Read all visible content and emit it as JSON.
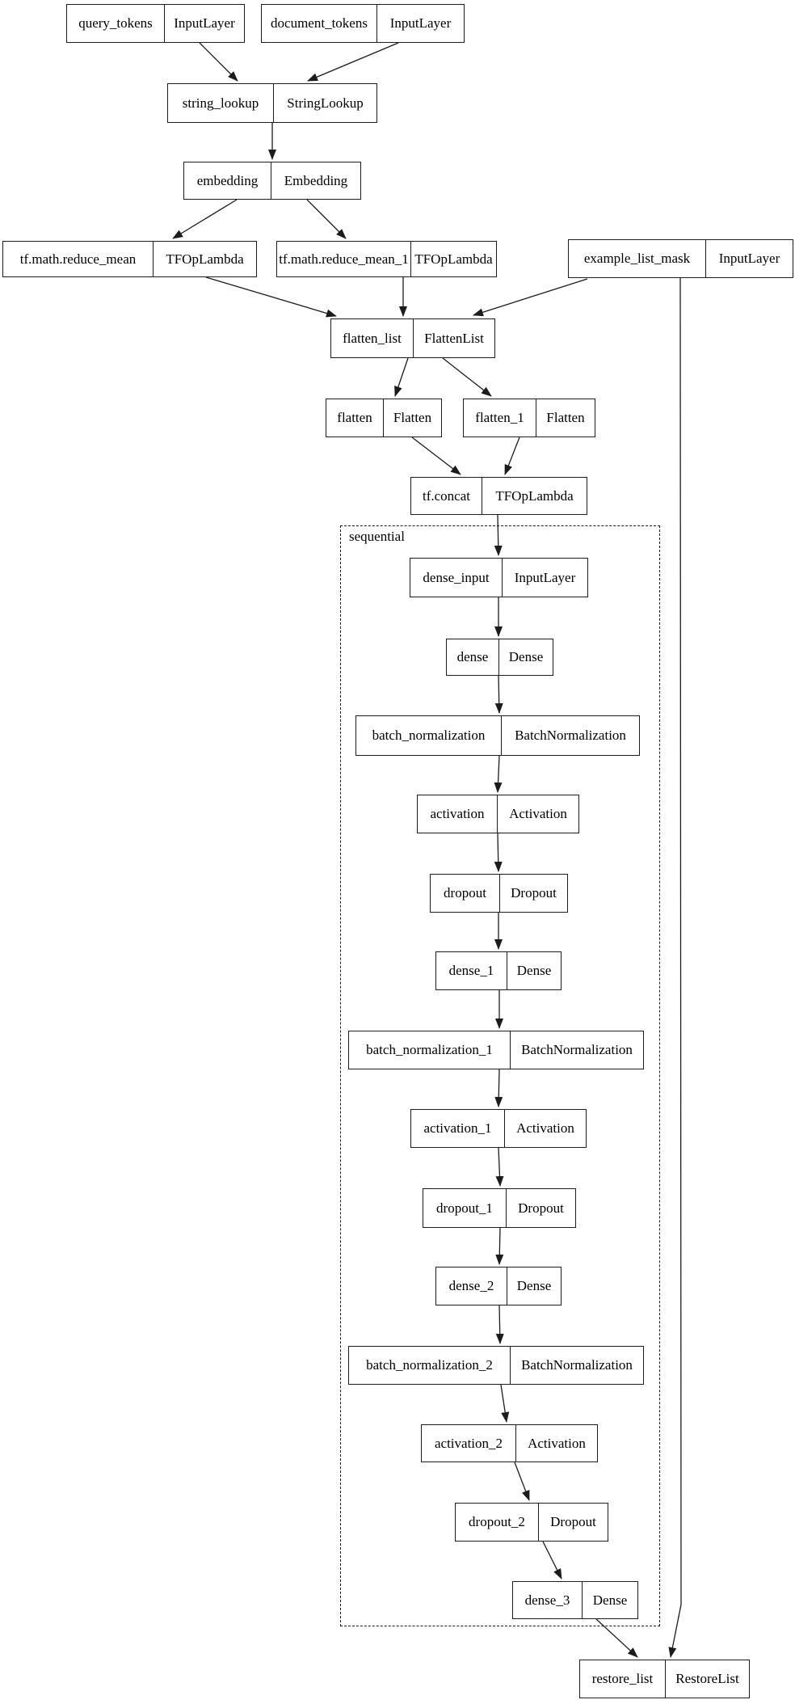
{
  "diagram": {
    "cluster_label": "sequential",
    "nodes": {
      "query_tokens": {
        "name": "query_tokens",
        "type": "InputLayer"
      },
      "document_tokens": {
        "name": "document_tokens",
        "type": "InputLayer"
      },
      "string_lookup": {
        "name": "string_lookup",
        "type": "StringLookup"
      },
      "embedding": {
        "name": "embedding",
        "type": "Embedding"
      },
      "tf_math_reduce_mean": {
        "name": "tf.math.reduce_mean",
        "type": "TFOpLambda"
      },
      "tf_math_reduce_mean_1": {
        "name": "tf.math.reduce_mean_1",
        "type": "TFOpLambda"
      },
      "example_list_mask": {
        "name": "example_list_mask",
        "type": "InputLayer"
      },
      "flatten_list": {
        "name": "flatten_list",
        "type": "FlattenList"
      },
      "flatten": {
        "name": "flatten",
        "type": "Flatten"
      },
      "flatten_1": {
        "name": "flatten_1",
        "type": "Flatten"
      },
      "tf_concat": {
        "name": "tf.concat",
        "type": "TFOpLambda"
      },
      "dense_input": {
        "name": "dense_input",
        "type": "InputLayer"
      },
      "dense": {
        "name": "dense",
        "type": "Dense"
      },
      "batch_normalization": {
        "name": "batch_normalization",
        "type": "BatchNormalization"
      },
      "activation": {
        "name": "activation",
        "type": "Activation"
      },
      "dropout": {
        "name": "dropout",
        "type": "Dropout"
      },
      "dense_1": {
        "name": "dense_1",
        "type": "Dense"
      },
      "batch_normalization_1": {
        "name": "batch_normalization_1",
        "type": "BatchNormalization"
      },
      "activation_1": {
        "name": "activation_1",
        "type": "Activation"
      },
      "dropout_1": {
        "name": "dropout_1",
        "type": "Dropout"
      },
      "dense_2": {
        "name": "dense_2",
        "type": "Dense"
      },
      "batch_normalization_2": {
        "name": "batch_normalization_2",
        "type": "BatchNormalization"
      },
      "activation_2": {
        "name": "activation_2",
        "type": "Activation"
      },
      "dropout_2": {
        "name": "dropout_2",
        "type": "Dropout"
      },
      "dense_3": {
        "name": "dense_3",
        "type": "Dense"
      },
      "restore_list": {
        "name": "restore_list",
        "type": "RestoreList"
      }
    },
    "edges": [
      {
        "from": "query_tokens",
        "to": "string_lookup"
      },
      {
        "from": "document_tokens",
        "to": "string_lookup"
      },
      {
        "from": "string_lookup",
        "to": "embedding"
      },
      {
        "from": "embedding",
        "to": "tf.math.reduce_mean"
      },
      {
        "from": "embedding",
        "to": "tf.math.reduce_mean_1"
      },
      {
        "from": "tf.math.reduce_mean",
        "to": "flatten_list"
      },
      {
        "from": "tf.math.reduce_mean_1",
        "to": "flatten_list"
      },
      {
        "from": "example_list_mask",
        "to": "flatten_list"
      },
      {
        "from": "example_list_mask",
        "to": "restore_list"
      },
      {
        "from": "flatten_list",
        "to": "flatten"
      },
      {
        "from": "flatten_list",
        "to": "flatten_1"
      },
      {
        "from": "flatten",
        "to": "tf.concat"
      },
      {
        "from": "flatten_1",
        "to": "tf.concat"
      },
      {
        "from": "tf.concat",
        "to": "dense_input"
      },
      {
        "from": "dense_input",
        "to": "dense"
      },
      {
        "from": "dense",
        "to": "batch_normalization"
      },
      {
        "from": "batch_normalization",
        "to": "activation"
      },
      {
        "from": "activation",
        "to": "dropout"
      },
      {
        "from": "dropout",
        "to": "dense_1"
      },
      {
        "from": "dense_1",
        "to": "batch_normalization_1"
      },
      {
        "from": "batch_normalization_1",
        "to": "activation_1"
      },
      {
        "from": "activation_1",
        "to": "dropout_1"
      },
      {
        "from": "dropout_1",
        "to": "dense_2"
      },
      {
        "from": "dense_2",
        "to": "batch_normalization_2"
      },
      {
        "from": "batch_normalization_2",
        "to": "activation_2"
      },
      {
        "from": "activation_2",
        "to": "dropout_2"
      },
      {
        "from": "dropout_2",
        "to": "dense_3"
      },
      {
        "from": "dense_3",
        "to": "restore_list"
      }
    ],
    "colors": {
      "stroke": "#1c1c1c",
      "background": "#ffffff",
      "text": "#000000"
    }
  }
}
